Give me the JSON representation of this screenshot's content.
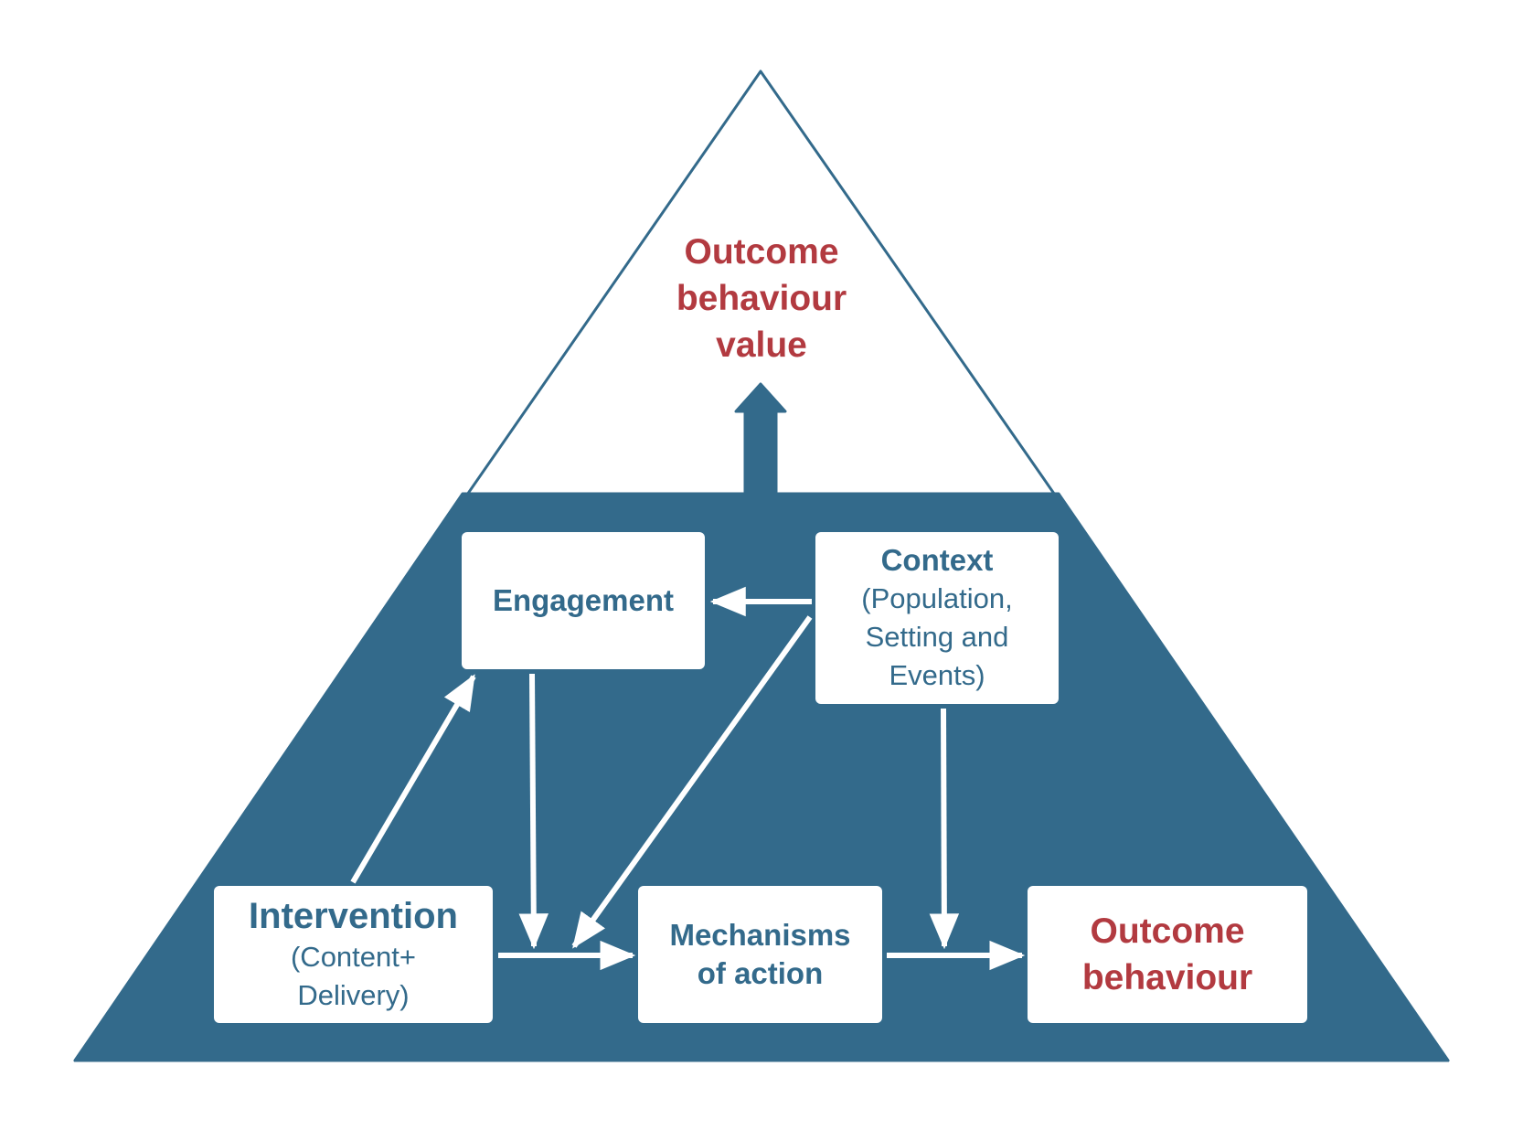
{
  "colors": {
    "triangle_fill": "#336a8b",
    "title_blue": "#336a8b",
    "outcome_red": "#b23a40",
    "box_fill": "#ffffff",
    "arrow": "#ffffff"
  },
  "top": {
    "line1": "Outcome",
    "line2": "behaviour",
    "line3": "value"
  },
  "nodes": {
    "engagement": {
      "title": "Engagement"
    },
    "context": {
      "title": "Context",
      "line1": "(Population,",
      "line2": "Setting and",
      "line3": "Events)"
    },
    "intervention": {
      "title": "Intervention",
      "line1": "(Content+",
      "line2": "Delivery)"
    },
    "mechanisms": {
      "line1": "Mechanisms",
      "line2": "of action"
    },
    "outcome": {
      "line1": "Outcome",
      "line2": "behaviour"
    }
  },
  "edges": [
    {
      "from": "context",
      "to": "engagement"
    },
    {
      "from": "context",
      "to": "mechanisms"
    },
    {
      "from": "intervention",
      "to": "engagement"
    },
    {
      "from": "engagement",
      "to": "mechanisms"
    },
    {
      "from": "intervention",
      "to": "mechanisms"
    },
    {
      "from": "context",
      "to": "outcome"
    },
    {
      "from": "mechanisms",
      "to": "outcome"
    },
    {
      "from": "base",
      "to": "outcome-behaviour-value"
    }
  ]
}
